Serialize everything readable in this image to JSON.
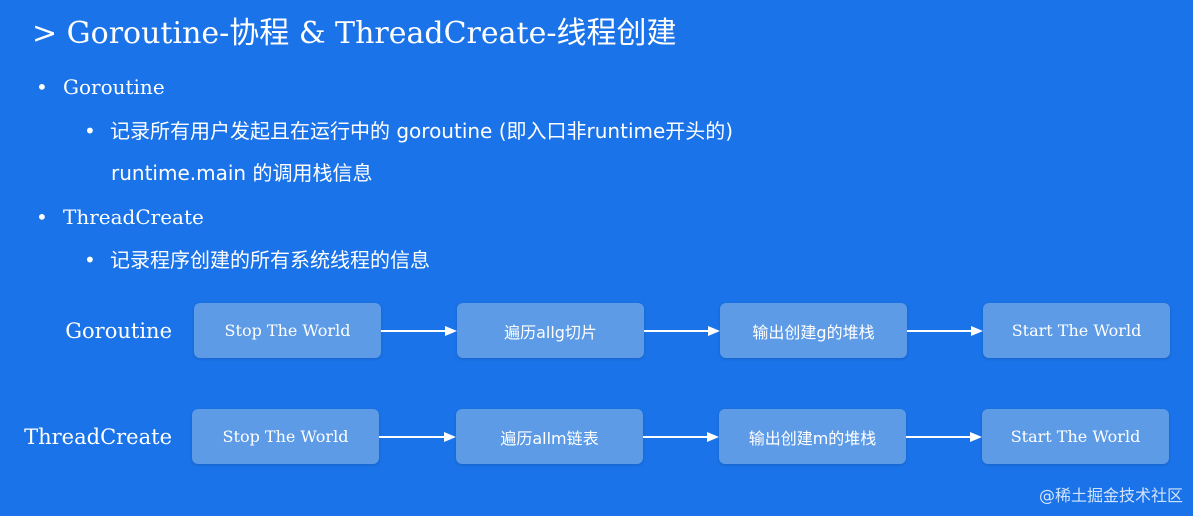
{
  "title": "> Goroutine-协程 & ThreadCreate-线程创建",
  "bullets": [
    {
      "label": "Goroutine",
      "children": [
        {
          "line1": "记录所有用户发起且在运行中的 goroutine (即入口非runtime开头的)",
          "line2": "runtime.main 的调用栈信息"
        }
      ]
    },
    {
      "label": "ThreadCreate",
      "children": [
        {
          "line1": "记录程序创建的所有系统线程的信息"
        }
      ]
    }
  ],
  "bullet_glyph": "•",
  "flows": [
    {
      "label": "Goroutine",
      "steps": [
        "Stop The World",
        "遍历allg切片",
        "输出创建g的堆栈",
        "Start The World"
      ]
    },
    {
      "label": "ThreadCreate",
      "steps": [
        "Stop The World",
        "遍历allm链表",
        "输出创建m的堆栈",
        "Start The World"
      ]
    }
  ],
  "watermark": "@稀土掘金技术社区",
  "colors": {
    "background": "#1a73e8",
    "box": "#5d9be6",
    "text": "#ffffff"
  }
}
